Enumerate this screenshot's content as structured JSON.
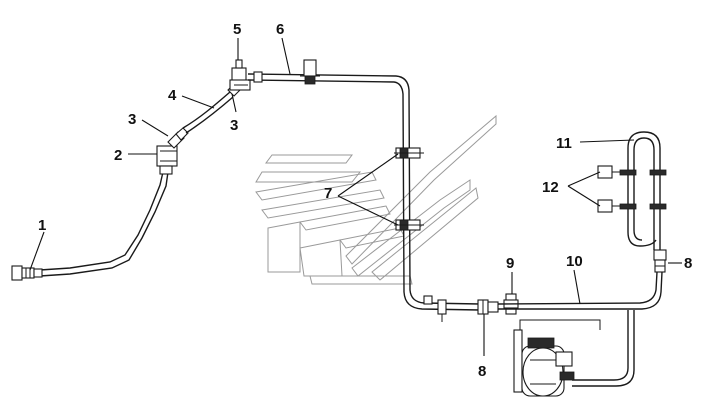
{
  "callouts": {
    "c1": "1",
    "c2": "2",
    "c3a": "3",
    "c3b": "3",
    "c4": "4",
    "c5": "5",
    "c6": "6",
    "c7": "7",
    "c8a": "8",
    "c8b": "8",
    "c9": "9",
    "c10": "10",
    "c11": "11",
    "c12": "12"
  }
}
